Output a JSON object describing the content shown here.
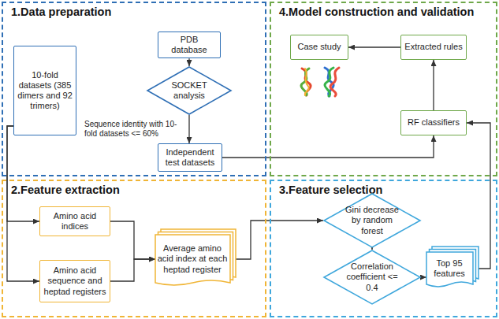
{
  "diagram": {
    "nodes": [
      {
        "text": [
          "1.Data preparation"
        ]
      },
      {
        "text": [
          "10-fold datasets (385 dimers and 92 trimers)"
        ],
        "in": 0
      },
      {
        "text": [
          "PDB database"
        ],
        "in": 0
      },
      {
        "text": [
          "SOCKET analysis"
        ],
        "in": 0
      },
      {
        "text": [
          "Independent test datasets"
        ],
        "in": 0
      },
      {
        "text": [
          "4.Model construction and validation"
        ]
      },
      {
        "text": [
          "Case study"
        ],
        "in": 5
      },
      {
        "text": [
          "Extracted rules"
        ],
        "in": 5
      },
      {
        "text": [
          "RF classifiers"
        ],
        "in": 5
      },
      {
        "text": [
          "2.Feature extraction"
        ]
      },
      {
        "text": [
          "Amino acid indices"
        ],
        "in": 9
      },
      {
        "text": [
          "Amino acid sequence and heptad registers"
        ],
        "in": 9
      },
      {
        "text": [
          "Average amino acid index at each heptad register"
        ],
        "in": 9
      },
      {
        "text": [
          "3.Feature selection"
        ]
      },
      {
        "text": [
          "Gini decrease by random forest"
        ],
        "in": 13
      },
      {
        "text": [
          "Correlation coefficient <= 0.4"
        ],
        "in": 13
      },
      {
        "text": [
          "Top 95 features"
        ],
        "in": 13
      }
    ],
    "edges": [
      {
        "from": 2,
        "to": 3,
        "arrow": "to"
      },
      {
        "from": 3,
        "to": 4,
        "label": "Sequence identity with 10-fold datasets <= 60%",
        "arrow": "to"
      },
      {
        "from": 4,
        "to": 8,
        "arrow": "to"
      },
      {
        "from": 1,
        "to": 10,
        "arrow": "to"
      },
      {
        "from": 1,
        "to": 11,
        "arrow": "to"
      },
      {
        "from": 10,
        "to": 12,
        "arrow": "to"
      },
      {
        "from": 11,
        "to": 12,
        "arrow": "to"
      },
      {
        "from": 12,
        "to": 14,
        "arrow": "to"
      },
      {
        "from": 14,
        "to": 15,
        "arrow": "to"
      },
      {
        "from": 15,
        "to": 16,
        "arrow": "to"
      },
      {
        "from": 16,
        "to": 8,
        "arrow": "to"
      },
      {
        "from": 8,
        "to": 7,
        "arrow": "to"
      },
      {
        "from": 7,
        "to": 6,
        "arrow": "to"
      }
    ]
  }
}
